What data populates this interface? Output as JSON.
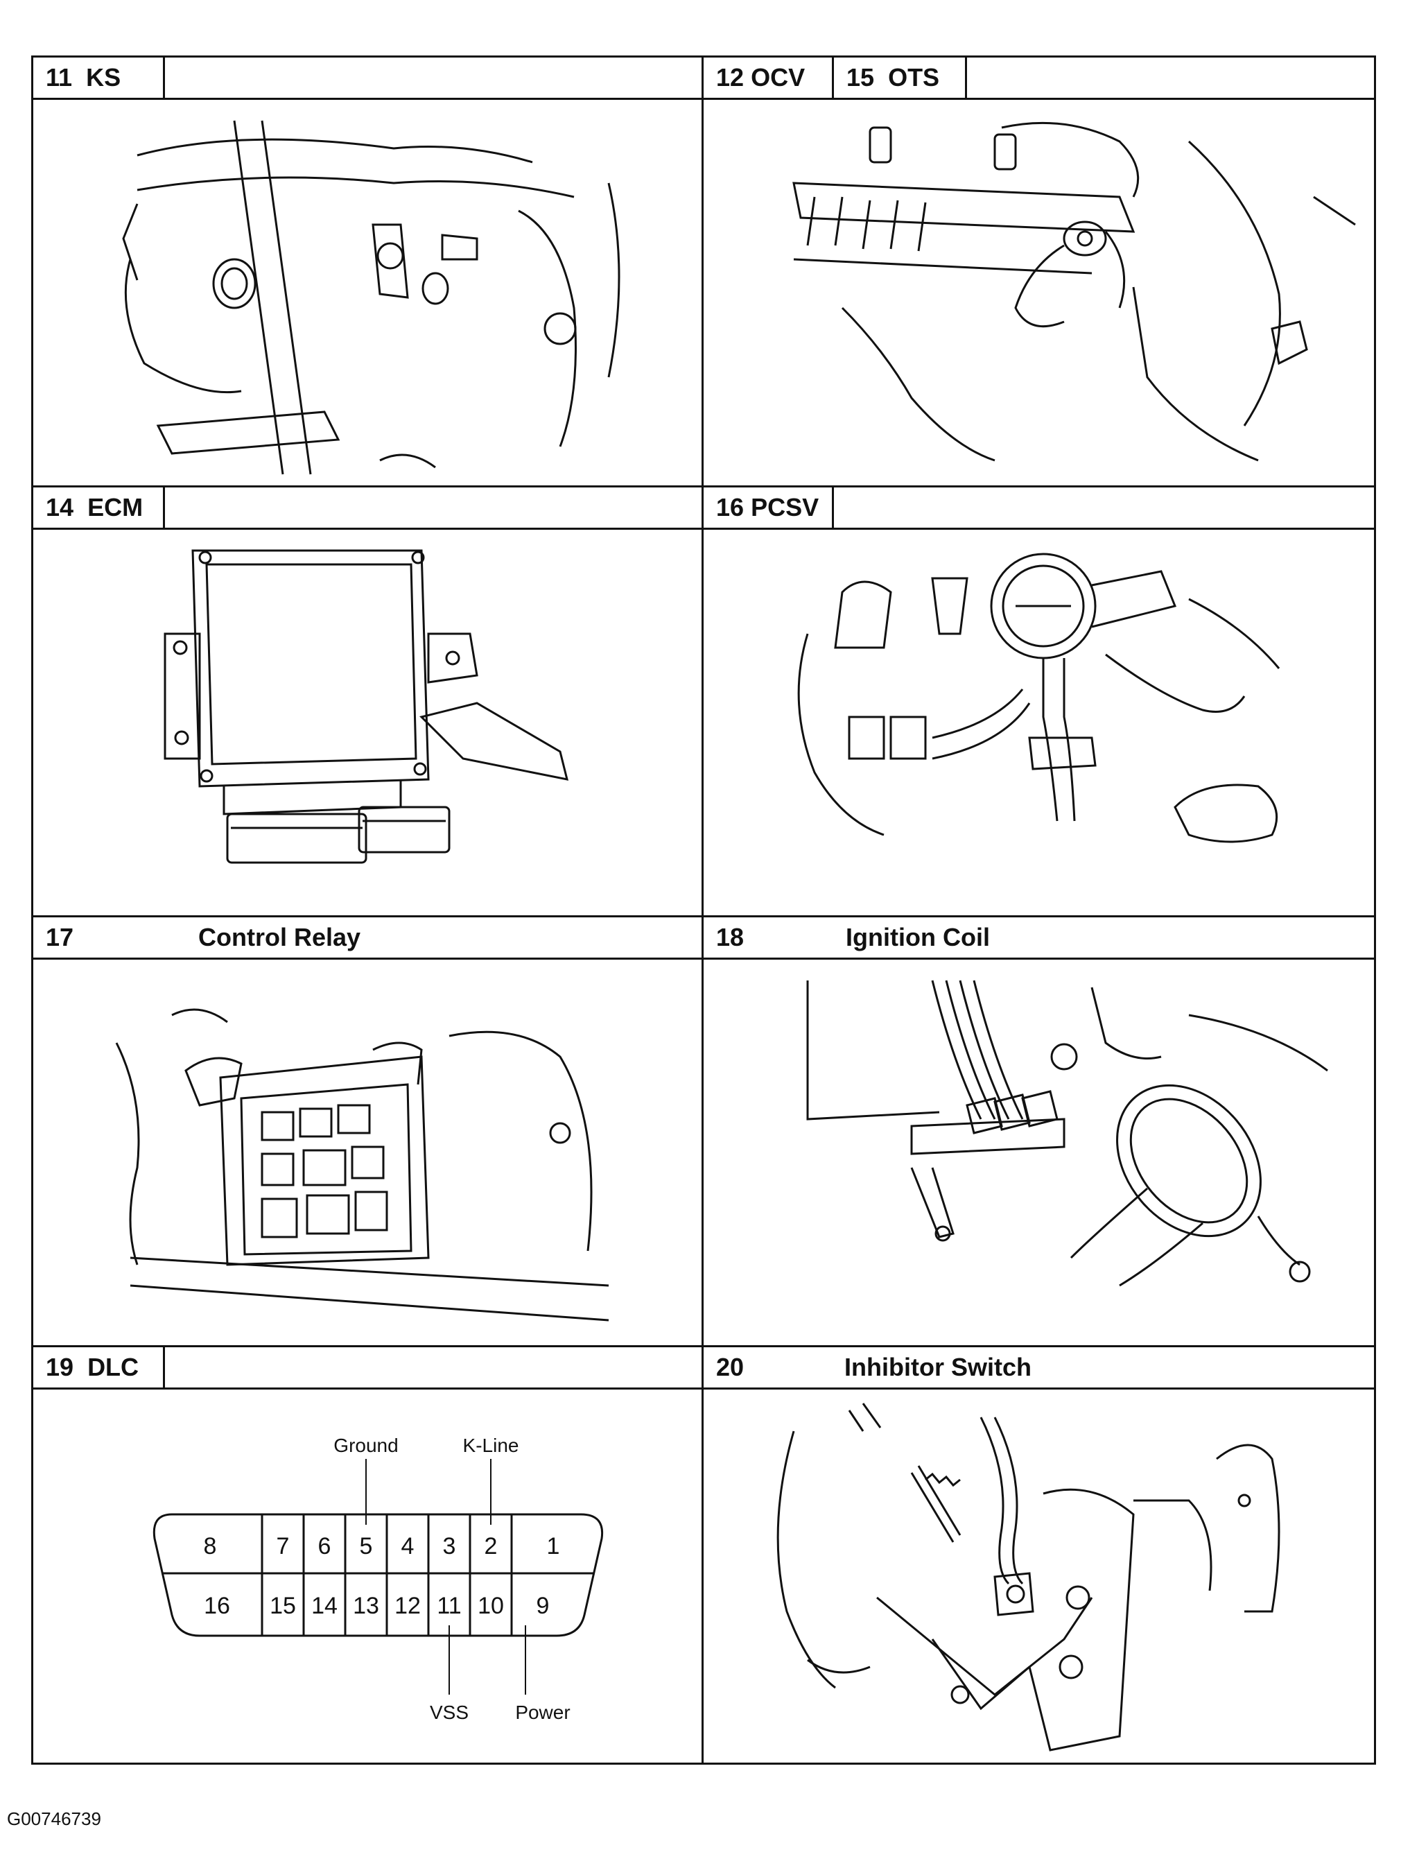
{
  "panels": [
    {
      "num": "11",
      "name": "KS",
      "illustration": "knock-sensor"
    },
    {
      "num": "12",
      "name": "OCV",
      "num2": "15",
      "name2": "OTS",
      "illustration": "oil-control-valve"
    },
    {
      "num": "14",
      "name": "ECM",
      "illustration": "engine-control-module"
    },
    {
      "num": "16",
      "name": "PCSV",
      "illustration": "purge-control-solenoid-valve"
    },
    {
      "num": "17",
      "name": "Control Relay",
      "illustration": "relay-box"
    },
    {
      "num": "18",
      "name": "Ignition Coil",
      "illustration": "ignition-coil"
    },
    {
      "num": "19",
      "name": "DLC",
      "illustration": "dlc-connector"
    },
    {
      "num": "20",
      "name": "Inhibitor Switch",
      "illustration": "inhibitor-switch"
    }
  ],
  "dlc": {
    "top_pins": [
      "8",
      "7",
      "6",
      "5",
      "4",
      "3",
      "2",
      "1"
    ],
    "bottom_pins": [
      "16",
      "15",
      "14",
      "13",
      "12",
      "11",
      "10",
      "9"
    ],
    "labels": {
      "ground": "Ground",
      "kline": "K-Line",
      "vss": "VSS",
      "power": "Power"
    }
  },
  "footer": {
    "code": "G00746739"
  }
}
